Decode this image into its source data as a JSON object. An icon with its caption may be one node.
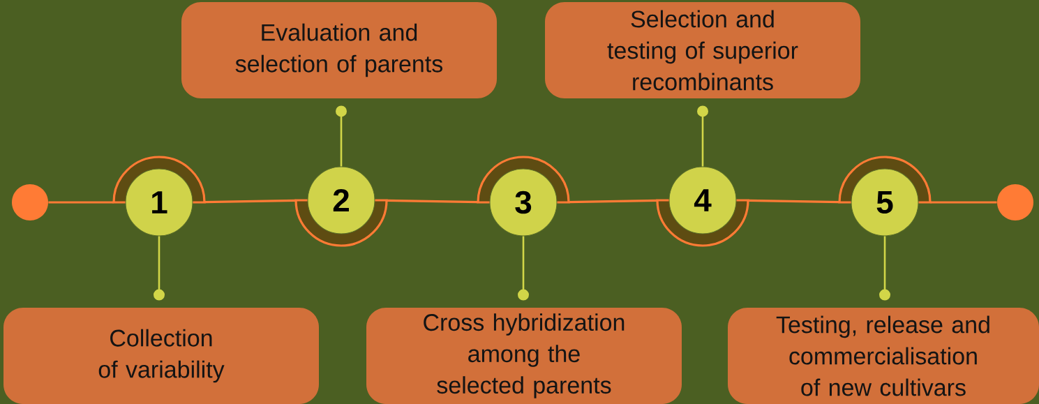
{
  "diagram": {
    "nodes": [
      {
        "text": [],
        "shape": "circle"
      },
      {
        "text": [
          "1"
        ]
      },
      {
        "text": [
          "2"
        ]
      },
      {
        "text": [
          "3"
        ]
      },
      {
        "text": [
          "4"
        ]
      },
      {
        "text": [
          "5"
        ]
      },
      {
        "text": [],
        "shape": "circle"
      },
      {
        "text": [
          "Collection of variability"
        ]
      },
      {
        "text": [
          "Evaluation and selection of parents"
        ]
      },
      {
        "text": [
          "Cross hybridization among the selected parents"
        ]
      },
      {
        "text": [
          "Selection and testing of superior recombinants"
        ]
      },
      {
        "text": [
          "Testing, release and commercialisation of new cultivars"
        ]
      }
    ],
    "edges": [
      {
        "from": 0,
        "to": 1,
        "arrow": "none"
      },
      {
        "from": 1,
        "to": 2,
        "arrow": "none"
      },
      {
        "from": 2,
        "to": 3,
        "arrow": "none"
      },
      {
        "from": 3,
        "to": 4,
        "arrow": "none"
      },
      {
        "from": 4,
        "to": 5,
        "arrow": "none"
      },
      {
        "from": 5,
        "to": 6,
        "arrow": "none"
      },
      {
        "from": 1,
        "to": 7,
        "arrow": "other",
        "color": "#d2d648"
      },
      {
        "from": 2,
        "to": 8,
        "arrow": "other",
        "color": "#d2d648"
      },
      {
        "from": 3,
        "to": 9,
        "arrow": "other",
        "color": "#d2d648"
      },
      {
        "from": 4,
        "to": 10,
        "arrow": "other",
        "color": "#d2d648"
      },
      {
        "from": 5,
        "to": 11,
        "arrow": "other",
        "color": "#d2d648"
      }
    ]
  }
}
